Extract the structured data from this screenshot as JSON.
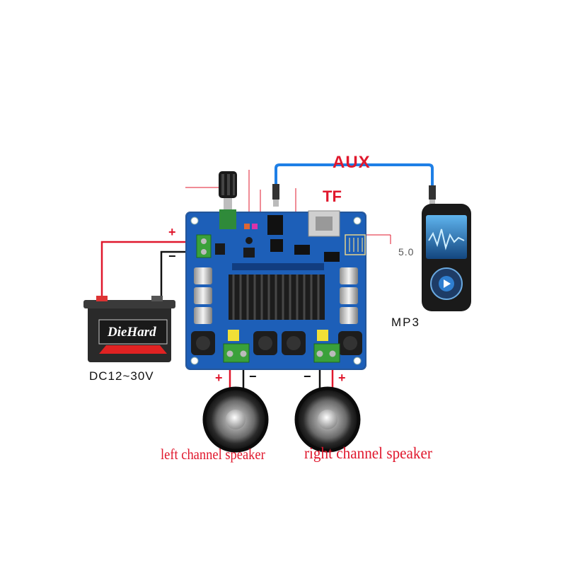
{
  "labels": {
    "aux": "AUX",
    "tf": "TF",
    "bluetooth_version": "5.0",
    "player": "MP3",
    "power": "DC12~30V",
    "left_speaker": "left channel speaker",
    "right_speaker": "right channel speaker",
    "battery_brand": "DieHard",
    "plus": "+",
    "minus": "−"
  },
  "colors": {
    "aux_cable": "#1e7fe6",
    "accent_red": "#e0182d",
    "pcb_blue": "#1d5fb8",
    "heatsink": "#1c1c1c",
    "terminal_green": "#3aa13a",
    "battery_body": "#2a2a2a",
    "player_screen": "#2a6fb8"
  }
}
